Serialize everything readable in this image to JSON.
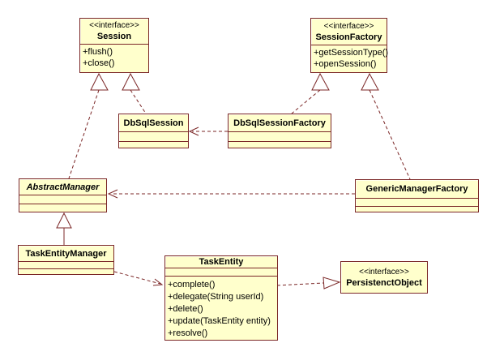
{
  "colors": {
    "background": "#ffffff",
    "class_fill": "#ffffcc",
    "class_border": "#7b2727",
    "connector": "#7b2727",
    "text": "#000000"
  },
  "classes": {
    "session": {
      "stereotype": "<<interface>>",
      "name": "Session",
      "methods": [
        "+flush()",
        "+close()"
      ]
    },
    "sessionFactory": {
      "stereotype": "<<interface>>",
      "name": "SessionFactory",
      "methods": [
        "+getSessionType()",
        "+openSession()"
      ]
    },
    "dbSqlSession": {
      "name": "DbSqlSession"
    },
    "dbSqlSessionFactory": {
      "name": "DbSqlSessionFactory"
    },
    "abstractManager": {
      "name": "AbstractManager",
      "abstract": true
    },
    "genericManagerFactory": {
      "name": "GenericManagerFactory"
    },
    "taskEntityManager": {
      "name": "TaskEntityManager"
    },
    "taskEntity": {
      "name": "TaskEntity",
      "methods": [
        "+complete()",
        "+delegate(String userId)",
        "+delete()",
        "+update(TaskEntity entity)",
        "+resolve()"
      ]
    },
    "persistenctObject": {
      "stereotype": "<<interface>>",
      "name": "PersistenctObject"
    }
  },
  "relationships": [
    {
      "from": "AbstractManager",
      "to": "Session",
      "type": "realization"
    },
    {
      "from": "DbSqlSession",
      "to": "Session",
      "type": "realization"
    },
    {
      "from": "DbSqlSessionFactory",
      "to": "SessionFactory",
      "type": "realization"
    },
    {
      "from": "GenericManagerFactory",
      "to": "SessionFactory",
      "type": "realization"
    },
    {
      "from": "DbSqlSessionFactory",
      "to": "DbSqlSession",
      "type": "dependency"
    },
    {
      "from": "GenericManagerFactory",
      "to": "AbstractManager",
      "type": "dependency"
    },
    {
      "from": "TaskEntityManager",
      "to": "AbstractManager",
      "type": "generalization"
    },
    {
      "from": "TaskEntityManager",
      "to": "TaskEntity",
      "type": "dependency"
    },
    {
      "from": "TaskEntity",
      "to": "PersistenctObject",
      "type": "realization"
    }
  ]
}
